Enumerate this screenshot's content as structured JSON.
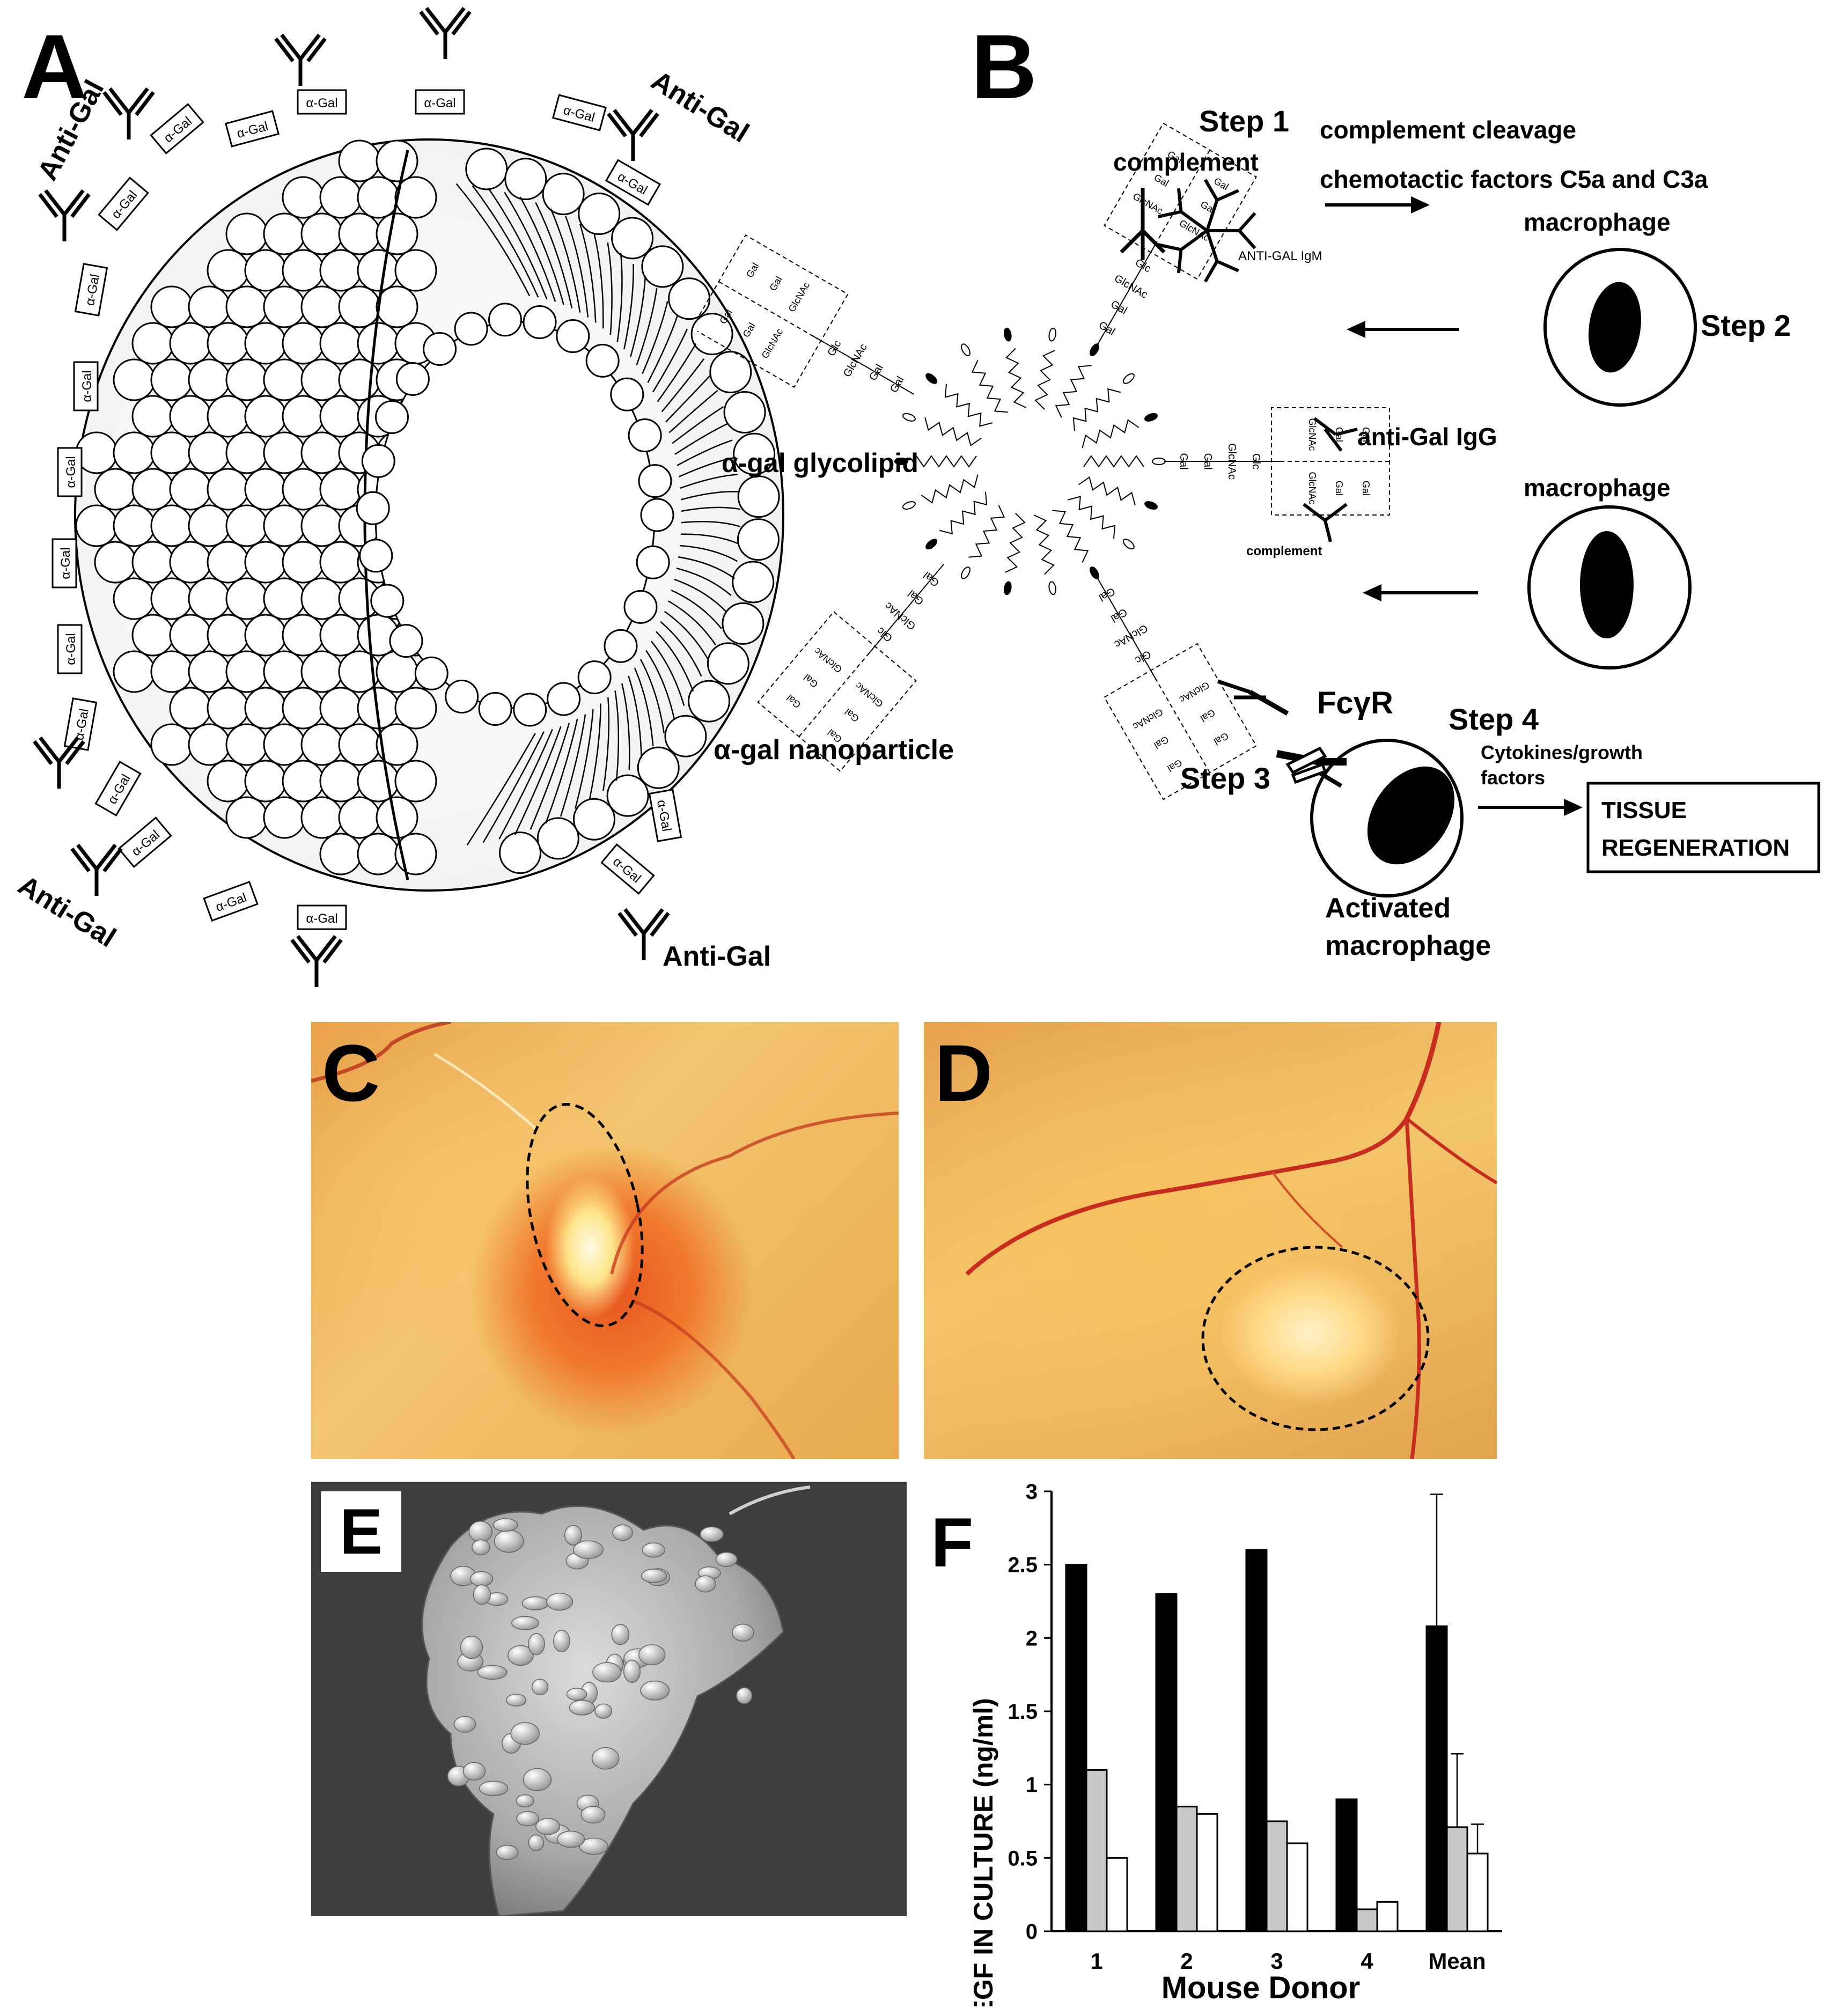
{
  "panelA": {
    "letter": "A",
    "antibody_label": "Anti-Gal",
    "epitope_label": "α-Gal"
  },
  "panelB": {
    "letter": "B",
    "step1": "Step 1",
    "step2": "Step 2",
    "step3": "Step 3",
    "step4": "Step 4",
    "complement_top": "complement",
    "complement_cleavage": "complement cleavage",
    "chemotactic": "chemotactic factors C5a and C3a",
    "macrophage_1": "macrophage",
    "macrophage_2": "macrophage",
    "anti_gal_igm": "ANTI-GAL IgM",
    "anti_gal_igg": "anti-Gal IgG",
    "complement_small": "complement",
    "glycolipid": "α-gal glycolipid",
    "nanoparticle": "α-gal nanoparticle",
    "fcr": "FcγR",
    "cytokines_line1": "Cytokines/growth",
    "cytokines_line2": "factors",
    "tissue_line1": "TISSUE",
    "tissue_line2": "REGENERATION",
    "activated_line1": "Activated",
    "activated_line2": "macrophage",
    "sugar_labels": [
      "Gal",
      "Gal",
      "GlcNAc",
      "Glc"
    ]
  },
  "panelC": {
    "letter": "C"
  },
  "panelD": {
    "letter": "D"
  },
  "panelE": {
    "letter": "E"
  },
  "panelF": {
    "letter": "F"
  },
  "chart_data": {
    "type": "bar",
    "categories": [
      "1",
      "2",
      "3",
      "4",
      "Mean"
    ],
    "series": [
      {
        "values": [
          2.5,
          2.3,
          2.6,
          0.9,
          2.08
        ],
        "errors": [
          null,
          null,
          null,
          null,
          0.9
        ],
        "color": "#000000"
      },
      {
        "values": [
          1.1,
          0.85,
          0.75,
          0.15,
          0.71
        ],
        "errors": [
          null,
          null,
          null,
          null,
          0.5
        ],
        "color": "#c8c8c8"
      },
      {
        "values": [
          0.5,
          0.8,
          0.6,
          0.2,
          0.53
        ],
        "errors": [
          null,
          null,
          null,
          null,
          0.2
        ],
        "color": "#ffffff"
      }
    ],
    "xlabel": "Mouse Donor",
    "ylabel": "VEGF IN CULTURE (ng/ml)",
    "ylim": [
      0,
      3
    ],
    "yticks": [
      "0",
      "0.5",
      "1",
      "1.5",
      "2",
      "2.5",
      "3"
    ],
    "grid": false
  }
}
